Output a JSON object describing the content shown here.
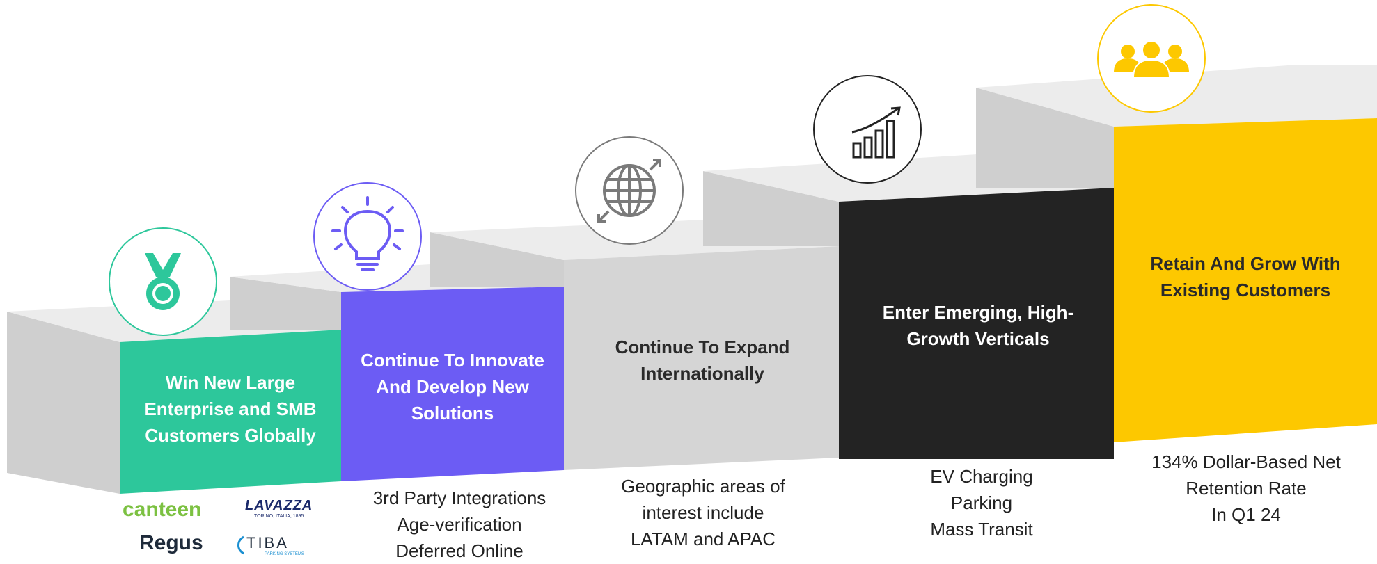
{
  "colors": {
    "step1": "#2dc79b",
    "step2": "#6c5cf4",
    "step3": "#d5d5d5",
    "step4": "#232323",
    "step5": "#fdc800",
    "top_light": "#ececec",
    "side_gray": "#cfcfcf"
  },
  "steps": [
    {
      "title_lines": [
        "Win New Large",
        "Enterprise and SMB",
        "Customers Globally"
      ],
      "icon": "medal-icon",
      "details": []
    },
    {
      "title_lines": [
        "Continue To Innovate",
        "And Develop New",
        "Solutions"
      ],
      "icon": "lightbulb-icon",
      "details": [
        "3rd Party Integrations",
        "Age-verification",
        "Deferred Online"
      ]
    },
    {
      "title_lines": [
        "Continue To Expand",
        "Internationally"
      ],
      "icon": "globe-icon",
      "details": [
        "Geographic areas of",
        "interest include",
        "LATAM and APAC"
      ]
    },
    {
      "title_lines": [
        "Enter Emerging, High-",
        "Growth Verticals"
      ],
      "icon": "growth-chart-icon",
      "details": [
        "EV Charging",
        "Parking",
        "Mass Transit"
      ]
    },
    {
      "title_lines": [
        "Retain And Grow With",
        "Existing Customers"
      ],
      "icon": "customers-group-icon",
      "details": [
        "134% Dollar-Based Net",
        "Retention Rate",
        "In Q1 24"
      ]
    }
  ],
  "logos": {
    "canteen": "canteen",
    "lavazza": "LAVAZZA",
    "lavazza_sub": "TORINO, ITALIA, 1895",
    "regus": "Regus",
    "tiba": "TIBA",
    "tiba_sub": "PARKING SYSTEMS"
  }
}
